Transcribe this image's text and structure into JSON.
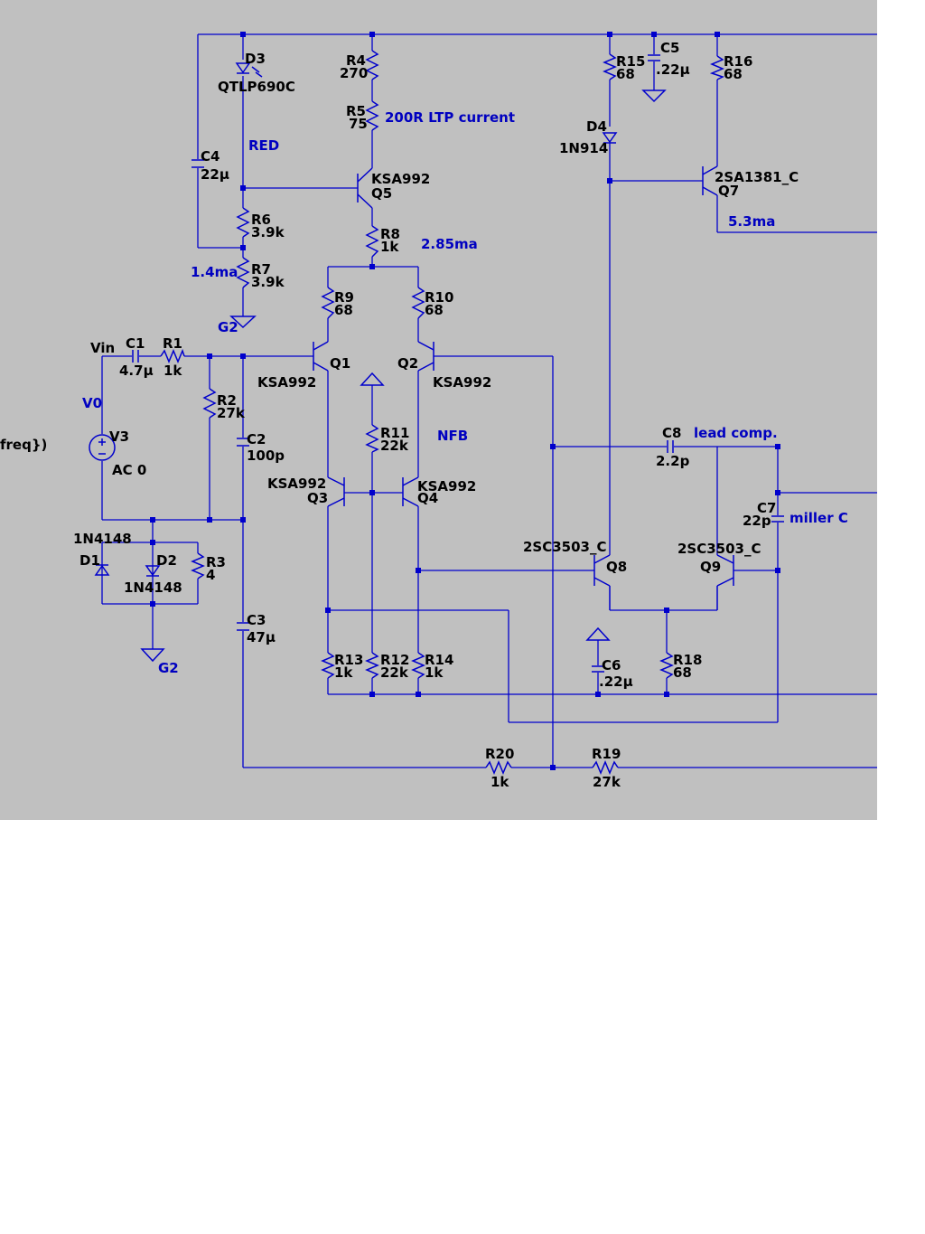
{
  "colors": {
    "background": "#c0c0c0",
    "wire": "#0000cc",
    "label": "#000000",
    "annotation": "#0000c0"
  },
  "labels": {
    "D3": "D3",
    "D3_part": "QTLP690C",
    "R4": "R4",
    "R4_val": "270",
    "R5": "R5",
    "R5_val": "75",
    "R15": "R15",
    "R15_val": "68",
    "C5": "C5",
    "C5_val": ".22µ",
    "R16": "R16",
    "R16_val": "68",
    "C4": "C4",
    "C4_val": "22µ",
    "Q5": "Q5",
    "Q5_part": "KSA992",
    "D4": "D4",
    "D4_part": "1N914",
    "Q7": "Q7",
    "Q7_part": "2SA1381_C",
    "R6": "R6",
    "R6_val": "3.9k",
    "R8": "R8",
    "R8_val": "1k",
    "R7": "R7",
    "R7_val": "3.9k",
    "G2_top": "G2",
    "G2_bottom": "G2",
    "R9": "R9",
    "R9_val": "68",
    "R10": "R10",
    "R10_val": "68",
    "Vin": "Vin",
    "C1": "C1",
    "C1_val": "4.7µ",
    "R1": "R1",
    "R1_val": "1k",
    "Q1": "Q1",
    "Q1_part": "KSA992",
    "Q2": "Q2",
    "Q2_part": "KSA992",
    "R2": "R2",
    "R2_val": "27k",
    "V3": "V3",
    "V3_val": "AC 0",
    "freq": "freq})",
    "C2": "C2",
    "C2_val": "100p",
    "R11": "R11",
    "R11_val": "22k",
    "C8": "C8",
    "C8_val": "2.2p",
    "Q3": "Q3",
    "Q3_part": "KSA992",
    "Q4": "Q4",
    "Q4_part": "KSA992",
    "C7": "C7",
    "C7_val": "22p",
    "D1": "D1",
    "D1_part": "1N4148",
    "D2": "D2",
    "D2_part": "1N4148",
    "R3": "R3",
    "R3_val": "4",
    "Q8": "Q8",
    "Q8_part": "2SC3503_C",
    "Q9": "Q9",
    "Q9_part": "2SC3503_C",
    "C3": "C3",
    "C3_val": "47µ",
    "R13": "R13",
    "R13_val": "1k",
    "R12": "R12",
    "R12_val": "22k",
    "R14": "R14",
    "R14_val": "1k",
    "C6": "C6",
    "C6_val": ".22µ",
    "R18": "R18",
    "R18_val": "68",
    "R20": "R20",
    "R20_val": "1k",
    "R19": "R19",
    "R19_val": "27k"
  },
  "notes": {
    "r5_note": "200R LTP current",
    "red": "RED",
    "current_ltp": "2.85ma",
    "current_q7": "5.3ma",
    "current_ref": "1.4ma",
    "v0": "V0",
    "nfb": "NFB",
    "lead_comp": "lead comp.",
    "miller_c": "miller C"
  }
}
